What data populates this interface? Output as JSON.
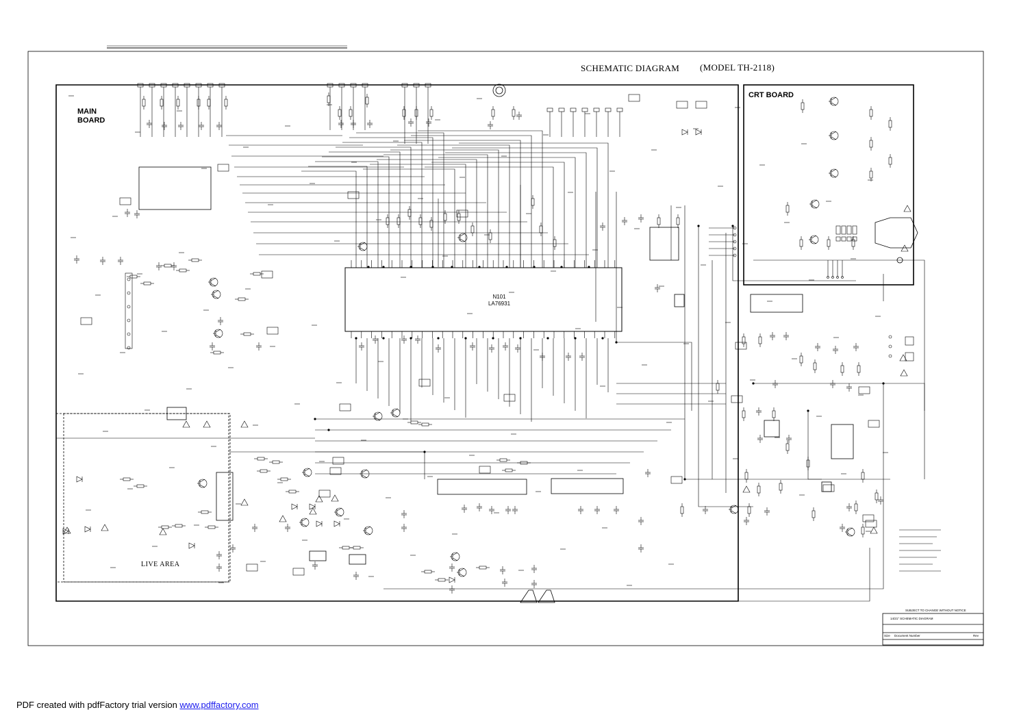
{
  "header": {
    "title": "SCHEMATIC DIAGRAM",
    "model": "(MODEL TH-2118)"
  },
  "boards": {
    "main": "MAIN\nBOARD",
    "crt": "CRT BOARD",
    "live_area": "LIVE AREA"
  },
  "main_ic": {
    "ref": "N101",
    "part": "LA76931"
  },
  "title_block": {
    "notice": "SUBJECT TO CHANGE WITHOUT NOTICE",
    "drawing": "14/21\" SCHEMATIC DIAGRAM",
    "size_label": "Size",
    "document_number": "Document Number",
    "rev": "Rev"
  },
  "footer": {
    "text": "PDF created with pdfFactory trial version ",
    "link": "www.pdffactory.com"
  },
  "colors": {
    "ink": "#000000",
    "paper": "#ffffff",
    "link": "#1a1aee"
  }
}
